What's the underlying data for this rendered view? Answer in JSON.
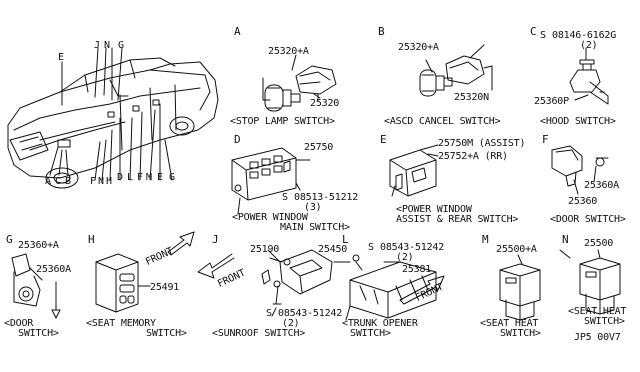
{
  "sections": {
    "A": {
      "letter": "A",
      "parts": [
        "25320+A",
        "25320"
      ],
      "caption": "<STOP LAMP SWITCH>"
    },
    "B": {
      "letter": "B",
      "parts": [
        "25320+A",
        "25320N"
      ],
      "caption": "<ASCD CANCEL SWITCH>"
    },
    "C": {
      "letter": "C",
      "bolt": "08146-6162G",
      "qty": "(2)",
      "parts": [
        "25360P"
      ],
      "caption": "<HOOD SWITCH>"
    },
    "D": {
      "letter": "D",
      "parts": [
        "25750"
      ],
      "screw": "08513-51212",
      "qty": "(3)",
      "caption1": "<POWER WINDOW",
      "caption2": "MAIN SWITCH>"
    },
    "E": {
      "letter": "E",
      "parts": [
        "25750M (ASSIST)",
        "25752+A (RR)"
      ],
      "caption1": "<POWER WINDOW",
      "caption2": "ASSIST & REAR SWITCH>"
    },
    "F": {
      "letter": "F",
      "parts": [
        "25360A",
        "25360"
      ],
      "caption": "<DOOR SWITCH>"
    },
    "G": {
      "letter": "G",
      "parts": [
        "25360+A",
        "25360A"
      ],
      "caption1": "<DOOR",
      "caption2": "SWITCH>"
    },
    "H": {
      "letter": "H",
      "parts": [
        "25491"
      ],
      "caption1": "<SEAT MEMORY",
      "caption2": "SWITCH>"
    },
    "J": {
      "letter": "J",
      "parts": [
        "25190",
        "25450"
      ],
      "screw": "08543-51242",
      "qty": "(2)",
      "front": "FRONT",
      "caption": "<SUNROOF SWITCH>"
    },
    "L": {
      "letter": "L",
      "screw": "08543-51242",
      "qty": "(2)",
      "parts": [
        "25381"
      ],
      "front": "FRONT",
      "caption1": "<TRUNK OPENER",
      "caption2": "SWITCH>"
    },
    "M": {
      "letter": "M",
      "parts": [
        "25500+A"
      ],
      "caption1": "<SEAT HEAT",
      "caption2": "SWITCH>"
    },
    "N": {
      "letter": "N",
      "parts": [
        "25500"
      ],
      "caption1": "<SEAT HEAT",
      "caption2": "SWITCH>"
    }
  },
  "car_callouts": {
    "top": [
      "E",
      "J",
      "N",
      "G"
    ],
    "bottom": [
      "A",
      "C",
      "B",
      "F",
      "N",
      "H",
      "D",
      "L",
      "F",
      "M",
      "E",
      "G"
    ]
  },
  "bolt_symbol": "S",
  "drawing_code": "JP5 00V7"
}
